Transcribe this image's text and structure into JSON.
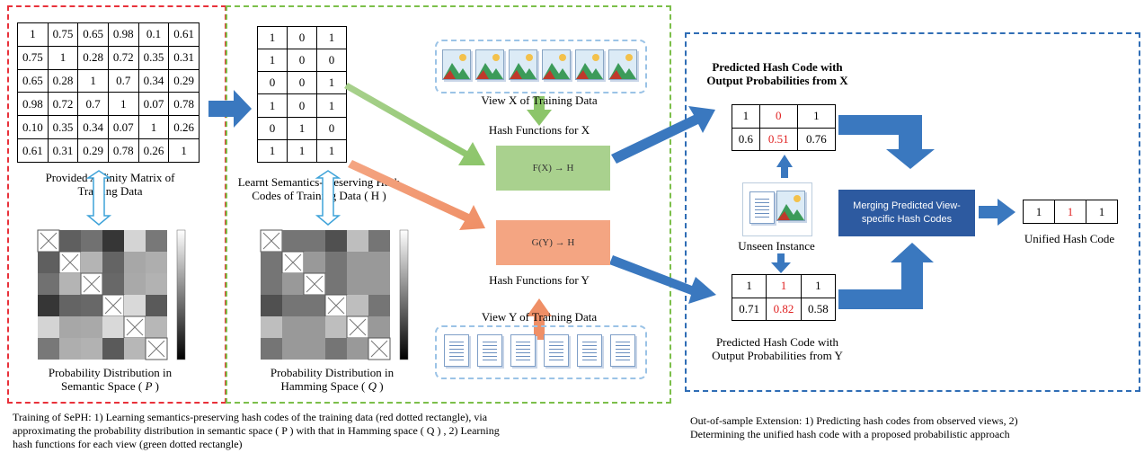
{
  "affinity": {
    "rows": [
      [
        "1",
        "0.75",
        "0.65",
        "0.98",
        "0.1",
        "0.61"
      ],
      [
        "0.75",
        "1",
        "0.28",
        "0.72",
        "0.35",
        "0.31"
      ],
      [
        "0.65",
        "0.28",
        "1",
        "0.7",
        "0.34",
        "0.29"
      ],
      [
        "0.98",
        "0.72",
        "0.7",
        "1",
        "0.07",
        "0.78"
      ],
      [
        "0.10",
        "0.35",
        "0.34",
        "0.07",
        "1",
        "0.26"
      ],
      [
        "0.61",
        "0.31",
        "0.29",
        "0.78",
        "0.26",
        "1"
      ]
    ],
    "caption_line1": "Provided Affinity Matrix of",
    "caption_line2": "Training Data"
  },
  "hashcodes": {
    "rows": [
      [
        "1",
        "0",
        "1"
      ],
      [
        "1",
        "0",
        "0"
      ],
      [
        "0",
        "0",
        "1"
      ],
      [
        "1",
        "0",
        "1"
      ],
      [
        "0",
        "1",
        "0"
      ],
      [
        "1",
        "1",
        "1"
      ]
    ],
    "caption_line1": "Learnt Semantics-Preserving Hash",
    "caption_line2": "Codes of Training Data ( H )"
  },
  "prob_semantic": {
    "line1": "Probability Distribution in",
    "line2": "Semantic Space ( ",
    "sym": "P",
    "line2_end": " )"
  },
  "prob_hamming": {
    "line1": "Probability Distribution in",
    "line2": "Hamming Space ( ",
    "sym": "Q",
    "line2_end": " )"
  },
  "view_x_label": "View X of Training Data",
  "view_y_label": "View Y of Training Data",
  "hash_fn_x_label": "Hash Functions for X",
  "hash_fn_y_label": "Hash Functions for Y",
  "fn_x": "F(X) → H",
  "fn_y": "G(Y) → H",
  "pred_x": {
    "title1": "Predicted Hash Code with",
    "title2": "Output Probabilities from X",
    "bits": [
      "1",
      "0",
      "1"
    ],
    "probs": [
      "0.6",
      "0.51",
      "0.76"
    ]
  },
  "pred_y": {
    "title1": "Predicted Hash Code with",
    "title2": "Output Probabilities from Y",
    "bits": [
      "1",
      "1",
      "1"
    ],
    "probs": [
      "0.71",
      "0.82",
      "0.58"
    ]
  },
  "unseen_label": "Unseen Instance",
  "merge_label": "Merging Predicted View-specific Hash Codes",
  "unified": {
    "bits": [
      "1",
      "1",
      "1"
    ],
    "label": "Unified Hash Code"
  },
  "bottom_left": {
    "line1": "Training of SePH: 1) Learning semantics-preserving hash codes of the training data (red dotted rectangle), via",
    "line2": "approximating the probability distribution in semantic space ( P ) with that in Hamming space ( Q ) , 2) Learning",
    "line3": "hash functions for each view (green dotted rectangle)"
  },
  "bottom_right": {
    "line1": "Out-of-sample Extension: 1) Predicting hash codes from observed views, 2)",
    "line2": "Determining the unified hash code with a proposed probabilistic approach"
  },
  "colors": {
    "red_box": "#e8313a",
    "green_box": "#7cbf4a",
    "blue_box": "#2f6db5",
    "arrow_blue": "#3a78bf",
    "fn_green": "#a9d18e",
    "fn_orange": "#f4a582",
    "merge_fill": "#2d5aa0",
    "highlight": "#e02020"
  }
}
